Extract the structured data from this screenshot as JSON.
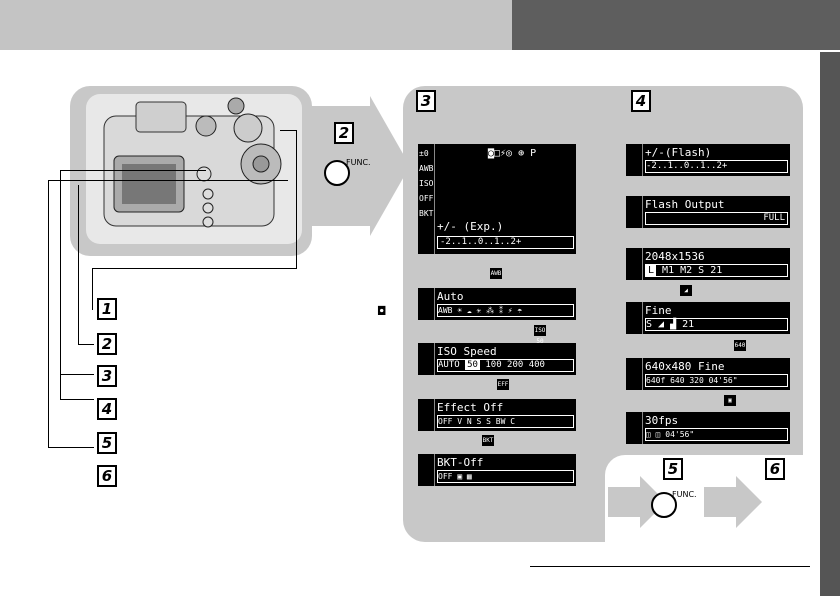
{
  "steps": {
    "s1": "1",
    "s2": "2",
    "s3": "3",
    "s4": "4",
    "s5": "5",
    "s6": "6"
  },
  "func_button": {
    "label": "FUNC."
  },
  "icons": {
    "camera": "camera-icon",
    "arrow": "right-arrow"
  },
  "main_lcd": {
    "top_icons": "◙□⚡◎ ⊕ P",
    "mode": "P",
    "side": [
      "±0",
      "AWB",
      "ISO",
      "OFF",
      "BKT"
    ],
    "label": "+/- (Exp.)",
    "scale": "-2..1..0..1..2+"
  },
  "menus3": [
    {
      "title": "Auto",
      "options": [
        "AWB",
        "☀",
        "☁",
        "✳",
        "⁂",
        "⁑",
        "⚡",
        "☂"
      ]
    },
    {
      "title": "ISO Speed",
      "options": [
        "AUTO",
        "50",
        "100",
        "200",
        "400"
      ]
    },
    {
      "title": "Effect Off",
      "options": [
        "OFF",
        "V",
        "N",
        "S",
        "S",
        "BW",
        "C"
      ]
    },
    {
      "title": "BKT-Off",
      "options": [
        "OFF",
        "▣",
        "▦"
      ]
    }
  ],
  "menus4": [
    {
      "title": "+/-(Flash)",
      "options": [
        "-2..1..0..1..2+"
      ]
    },
    {
      "title": "Flash Output",
      "options": [
        "FULL"
      ]
    },
    {
      "title": "2048x1536",
      "options": [
        "L",
        "M1",
        "M2",
        "S",
        "21"
      ]
    },
    {
      "title": "Fine",
      "options": [
        "S",
        "◢",
        "▟",
        "21"
      ]
    },
    {
      "title": "640x480 Fine",
      "options": [
        "640f",
        "640",
        "320",
        "04'56\""
      ]
    },
    {
      "title": "30fps",
      "options": [
        "◫",
        "◫",
        "04'56\""
      ]
    }
  ],
  "tiny_labels": [
    "AWB",
    "ISO 50",
    "EFF",
    "BKT",
    "◢",
    "640",
    "▣"
  ],
  "colors": {
    "header_left": "#c4c4c4",
    "header_right": "#5e5e5e",
    "panel": "#c8c8c8"
  }
}
